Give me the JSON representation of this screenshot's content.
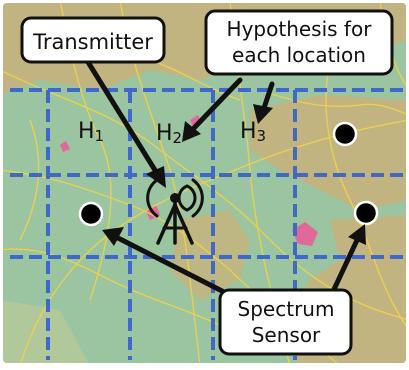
{
  "callouts": {
    "transmitter": "Transmitter",
    "hypothesis_line1": "Hypothesis for",
    "hypothesis_line2": "each location",
    "sensor_line1": "Spectrum",
    "sensor_line2": "Sensor"
  },
  "grid_labels": {
    "h1_base": "H",
    "h1_sub": "1",
    "h2_base": "H",
    "h2_sub": "2",
    "h3_base": "H",
    "h3_sub": "3"
  },
  "colors": {
    "map_green": "#9bc4a0",
    "map_tan": "#c9b27a",
    "road": "#f1d24a",
    "grid": "#3f68c8",
    "urban_pink": "#e0699a"
  },
  "icons": {
    "transmitter": "radio-tower-icon",
    "sensor": "sensor-dot-icon"
  }
}
